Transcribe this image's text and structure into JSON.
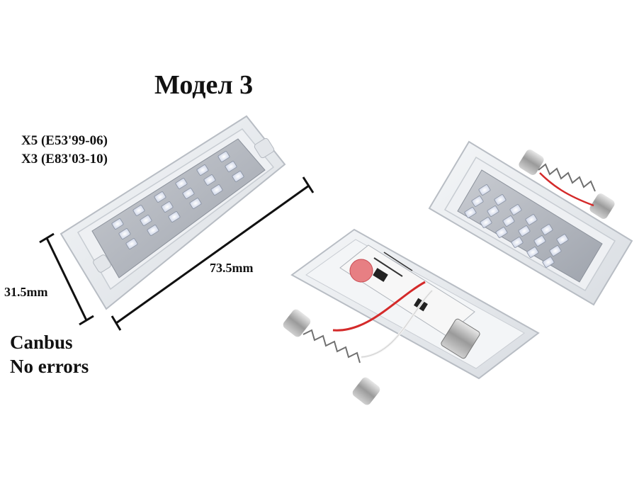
{
  "title": "Модел 3",
  "models": [
    "X5 (E53'99-06)",
    "X3 (E83'03-10)"
  ],
  "dimensions": {
    "width": "73.5mm",
    "height": "31.5mm"
  },
  "features": [
    "Canbus",
    "No errors"
  ],
  "colors": {
    "ink": "#111111",
    "background": "#ffffff",
    "led": "#f6f8ff",
    "wire_red": "#d42a2a"
  }
}
